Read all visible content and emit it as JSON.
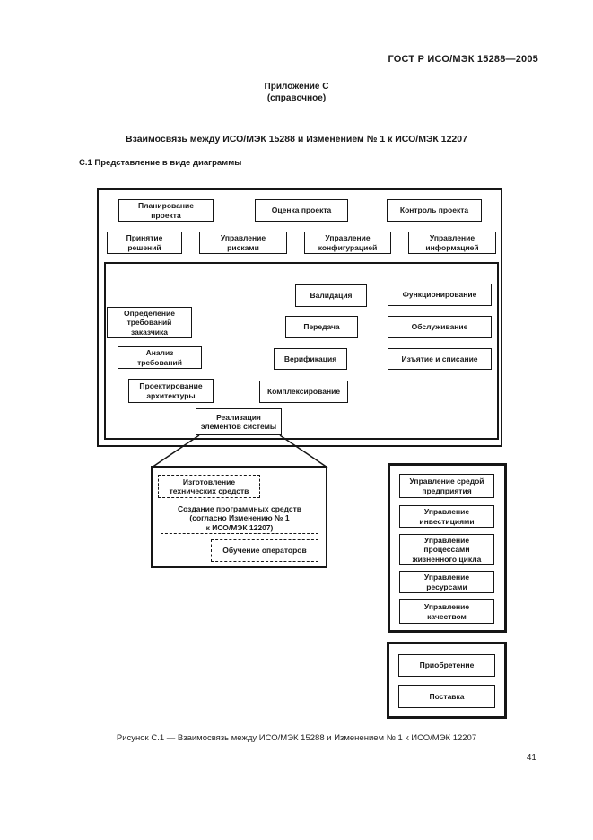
{
  "page_header": {
    "standard_code": "ГОСТ Р ИСО/МЭК 15288—2005"
  },
  "annex": {
    "title": "Приложение С",
    "subtitle": "(справочное)"
  },
  "heading": {
    "title": "Взаимосвязь между ИСО/МЭК 15288 и Изменением № 1 к ИСО/МЭК 12207",
    "section": "С.1 Представление в виде диаграммы"
  },
  "figure": {
    "caption": "Рисунок С.1 — Взаимосвязь между ИСО/МЭК 15288 и Изменением № 1 к ИСО/МЭК 12207",
    "page_number": "41"
  },
  "diagram": {
    "colors": {
      "ink": "#161616",
      "paper": "#ffffff"
    },
    "project_processes": [
      "Планирование\nпроекта",
      "Оценка проекта",
      "Контроль проекта",
      "Принятие\nрешений",
      "Управление\nрисками",
      "Управление\nконфигурацией",
      "Управление\nинформацией"
    ],
    "technical_processes": [
      "Валидация",
      "Функционирование",
      "Определение\nтребований\nзаказчика",
      "Передача",
      "Обслуживание",
      "Анализ\nтребований",
      "Верификация",
      "Изъятие и списание",
      "Проектирование\nархитектуры",
      "Комплексирование",
      "Реализация\nэлементов системы"
    ],
    "implementation_detail": [
      "Изготовление\nтехнических средств",
      "Создание программных средств\n(согласно Изменению № 1\nк ИСО/МЭК 12207)",
      "Обучение операторов"
    ],
    "enterprise_processes": [
      "Управление средой\nпредприятия",
      "Управление\nинвестициями",
      "Управление\nпроцессами\nжизненного цикла",
      "Управление\nресурсами",
      "Управление\nкачеством"
    ],
    "agreement_processes": [
      "Приобретение",
      "Поставка"
    ]
  }
}
